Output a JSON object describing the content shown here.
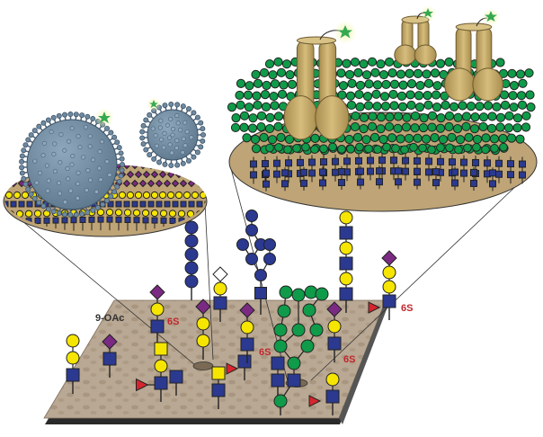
{
  "labels": {
    "acetyl": "9-OAc",
    "sulfate_1": "6S",
    "sulfate_2": "6S",
    "sulfate_3": "6S",
    "sulfate_4": "6S"
  },
  "colors": {
    "galactose": "#f5e500",
    "glcnac": "#2b3990",
    "sialic_acid": "#7b2a83",
    "mannose": "#0f9b49",
    "fucose": "#d7252e",
    "iduronic": "#ffffff",
    "surface": "#b8a791",
    "membrane": "#bea476",
    "virus": "#6e8aa1",
    "lectin": "#c9ad6a",
    "fluor_star": "#35a852",
    "label_red": "#c0272d"
  },
  "icons": {
    "galactose": "yellow-circle",
    "glcnac": "blue-square",
    "sialic_acid": "purple-diamond",
    "mannose": "green-circle",
    "fucose": "red-triangle",
    "gal_square": "yellow-square",
    "iduronic": "white-diamond",
    "label": "green-star"
  }
}
